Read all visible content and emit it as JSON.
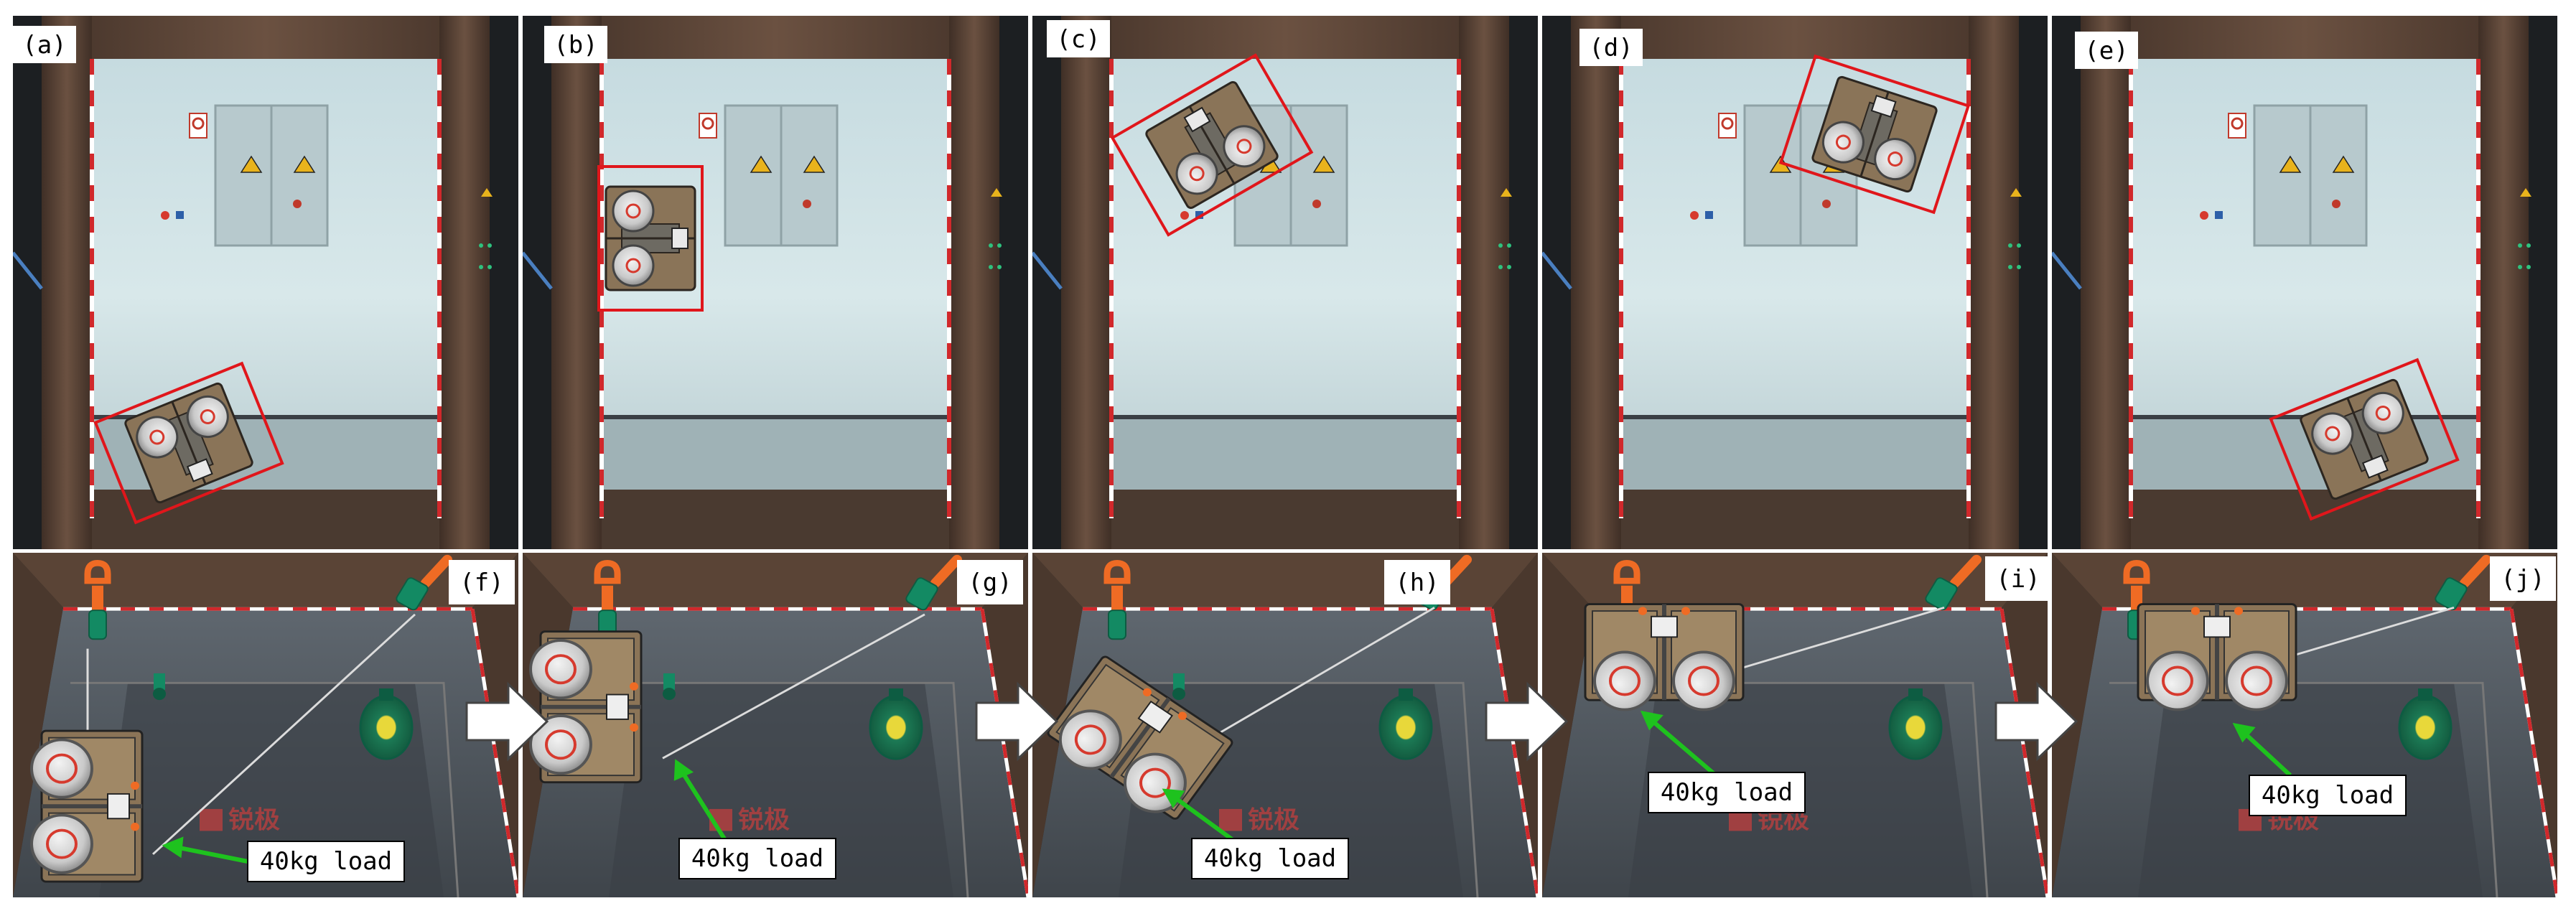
{
  "panels_top": [
    {
      "label": "(a)"
    },
    {
      "label": "(b)"
    },
    {
      "label": "(c)"
    },
    {
      "label": "(d)"
    },
    {
      "label": "(e)"
    }
  ],
  "panels_bottom": [
    {
      "label": "(f)",
      "callout": "40kg load"
    },
    {
      "label": "(g)",
      "callout": "40kg load"
    },
    {
      "label": "(h)",
      "callout": "40kg load"
    },
    {
      "label": "(i)",
      "callout": "40kg load"
    },
    {
      "label": "(j)",
      "callout": "40kg load"
    }
  ],
  "floor_logo_text": "锐极",
  "colors": {
    "detection_box": "#e0161b",
    "callout_arrow": "#1ec21e",
    "wall": "#cfe2e6",
    "frame_wood": "#5a4436",
    "pipe_floor": "#4f555c",
    "rope": "#d9d9d9"
  },
  "icons": [
    "right-arrow-icon",
    "warning-sign-icon",
    "robot-wheel-icon",
    "lifting-hook-icon"
  ]
}
